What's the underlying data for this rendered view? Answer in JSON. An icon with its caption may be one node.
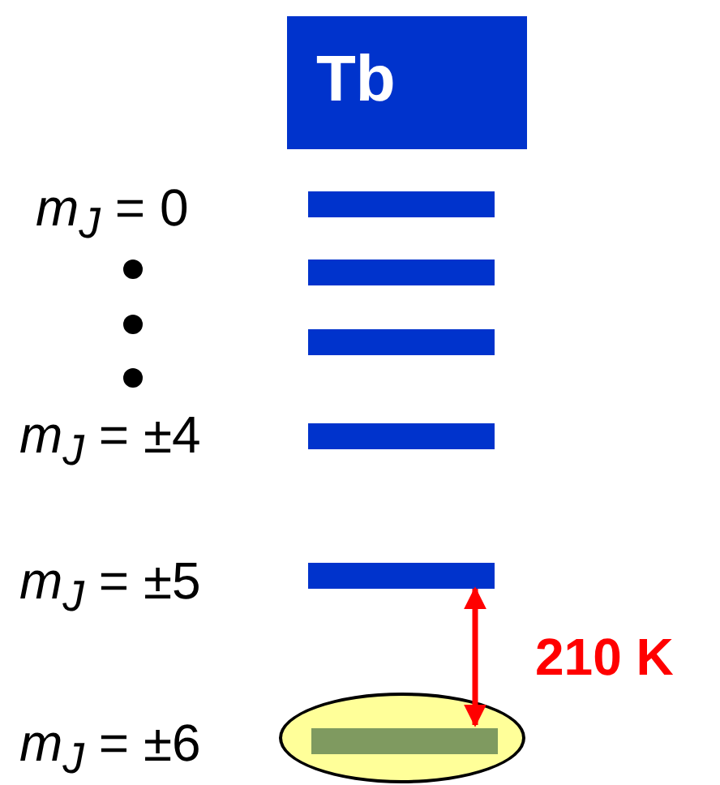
{
  "diagram": {
    "nodes": [
      {
        "text": [
          "Tb"
        ]
      },
      {
        "text": [],
        "shape": "bar"
      },
      {
        "text": [],
        "shape": "bar"
      },
      {
        "text": [],
        "shape": "bar"
      },
      {
        "text": [],
        "shape": "bar"
      },
      {
        "text": [],
        "shape": "bar"
      },
      {
        "text": [],
        "shape": "ellipse"
      },
      {
        "text": [],
        "shape": "bar",
        "in": 6
      }
    ],
    "edges": [
      {
        "from": 5,
        "to": 7,
        "arrow": "both",
        "label": "210 K",
        "color": "#ff0000"
      }
    ],
    "labels": [
      "*m*$_{J}$ = 0",
      "*m*$_{J}$ = ±4",
      "*m*$_{J}$ = ±5",
      "*m*$_{J}$ = ±6"
    ]
  }
}
